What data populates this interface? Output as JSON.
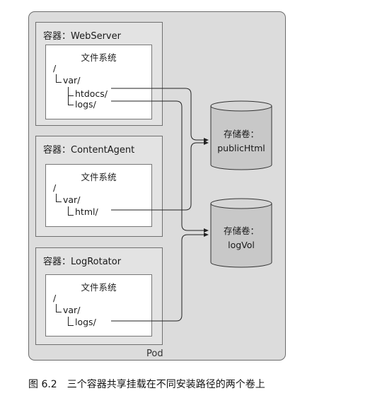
{
  "pod": {
    "label": "Pod"
  },
  "containers": [
    {
      "title": "容器：WebServer",
      "fs_title": "文件系统",
      "root": "/",
      "var": "var/",
      "children": [
        "htdocs/",
        "logs/"
      ]
    },
    {
      "title": "容器：ContentAgent",
      "fs_title": "文件系统",
      "root": "/",
      "var": "var/",
      "children": [
        "html/"
      ]
    },
    {
      "title": "容器：LogRotator",
      "fs_title": "文件系统",
      "root": "/",
      "var": "var/",
      "children": [
        "logs/"
      ]
    }
  ],
  "volumes": [
    {
      "label": "存储卷：",
      "name": "publicHtml"
    },
    {
      "label": "存储卷：",
      "name": "logVol"
    }
  ],
  "caption": {
    "number": "图 6.2",
    "text": "三个容器共享挂载在不同安装路径的两个卷上"
  },
  "colors": {
    "pod_bg": "#dcdcdc",
    "container_bg": "#e3e3e3",
    "volume_fill": "#c8c8c8",
    "line": "#222222"
  }
}
